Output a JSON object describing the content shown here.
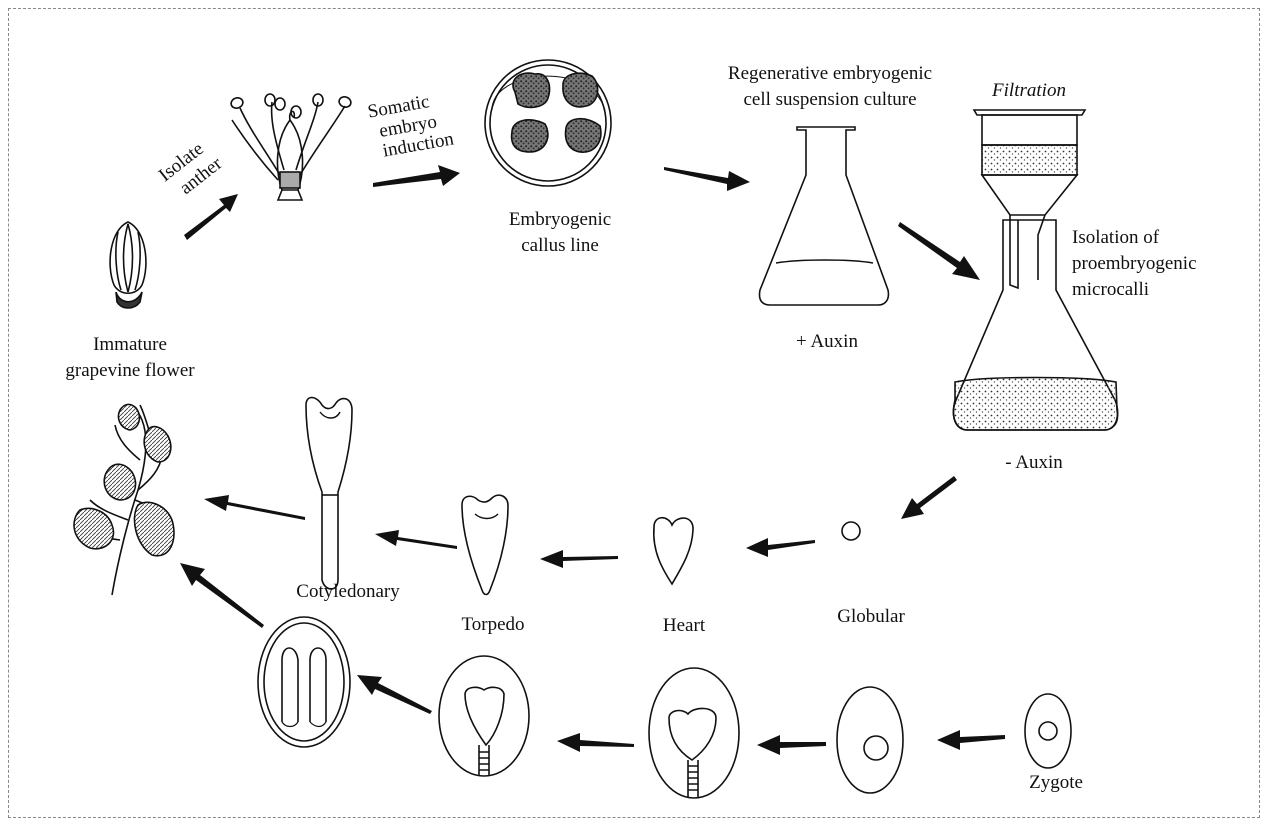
{
  "labels": {
    "immature_flower_1": "Immature",
    "immature_flower_2": "grapevine flower",
    "isolate_anther_1": "Isolate",
    "isolate_anther_2": "anther",
    "somatic_1": "Somatic",
    "somatic_2": "embryo",
    "somatic_3": "induction",
    "callus_1": "Embryogenic",
    "callus_2": "callus line",
    "suspension_1": "Regenerative embryogenic",
    "suspension_2": "cell suspension culture",
    "plus_auxin": "+ Auxin",
    "filtration": "Filtration",
    "isolation_1": "Isolation of",
    "isolation_2": "proembryogenic",
    "isolation_3": "microcalli",
    "minus_auxin": "- Auxin",
    "globular": "Globular",
    "heart": "Heart",
    "torpedo": "Torpedo",
    "cotyledonary": "Cotyledonary",
    "zygote": "Zygote"
  },
  "colors": {
    "ink": "#111111",
    "fill_dark": "#555555"
  }
}
